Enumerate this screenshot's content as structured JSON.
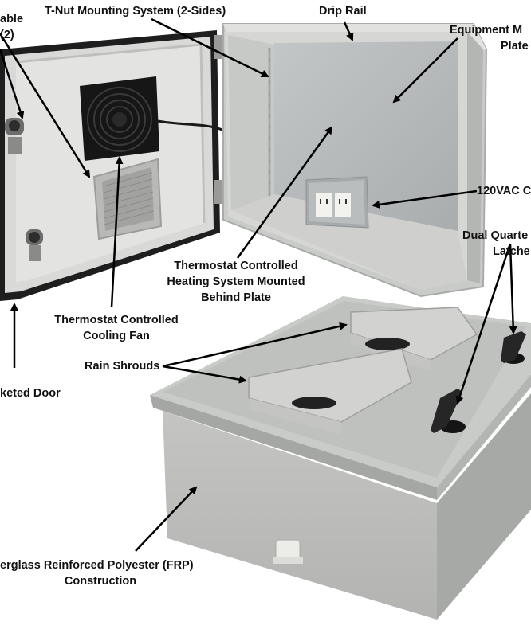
{
  "labels": {
    "lockable": "able",
    "lockable_count": "(2)",
    "tnut": "T-Nut Mounting System (2-Sides)",
    "drip_rail": "Drip Rail",
    "equipment_plate_1": "Equipment M",
    "equipment_plate_2": "Plate",
    "outlet": "120VAC C",
    "latches_1": "Dual Quarte",
    "latches_2": "Latche",
    "heating_1": "Thermostat Controlled",
    "heating_2": "Heating System Mounted",
    "heating_3": "Behind Plate",
    "fan_1": "Thermostat Controlled",
    "fan_2": "Cooling Fan",
    "rain_shrouds": "Rain Shrouds",
    "door": "keted Door",
    "frp_1": "erglass Reinforced Polyester (FRP)",
    "frp_2": "Construction"
  },
  "colors": {
    "enclosure": "#c9cbc8",
    "enclosure_dark": "#a9aba8",
    "interior": "#d6d7d5",
    "backplate": "#b9bcbd",
    "gasket": "#1e1e1e",
    "arrow": "#000000"
  }
}
